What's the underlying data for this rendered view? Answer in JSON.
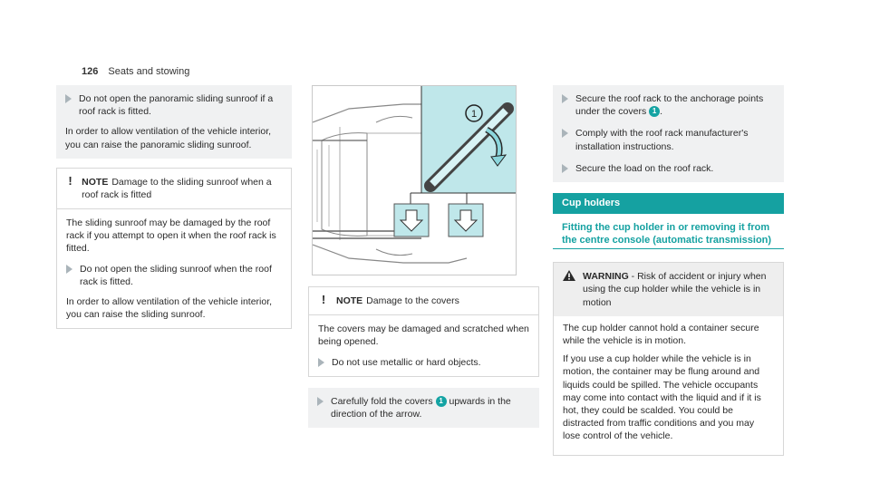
{
  "header": {
    "page_number": "126",
    "section": "Seats and stowing"
  },
  "col1": {
    "bullet1": "Do not open the panoramic sliding sunroof if a roof rack is fitted.",
    "para1": "In order to allow ventilation of the vehicle interior, you can raise the panoramic sliding sunroof.",
    "note": {
      "label": "NOTE",
      "title": "Damage to the sliding sunroof when a roof rack is fitted",
      "body": "The sliding sunroof may be damaged by the roof rack if you attempt to open it when the roof rack is fitted.",
      "bullet": "Do not open the sliding sunroof when the roof rack is fitted.",
      "para": "In order to allow ventilation of the vehicle interior, you can raise the sliding sunroof."
    }
  },
  "col2": {
    "callout": "1",
    "note": {
      "label": "NOTE",
      "title": "Damage to the covers",
      "body": "The covers may be damaged and scratched when being opened.",
      "bullet": "Do not use metallic or hard objects."
    },
    "step_pre": "Carefully fold the covers",
    "step_post": "upwards in the direction of the arrow."
  },
  "col3": {
    "step1_pre": "Secure the roof rack to the anchorage points under the covers",
    "step1_post": ".",
    "step2": "Comply with the roof rack manufacturer's installation instructions.",
    "step3": "Secure the load on the roof rack.",
    "section_title": "Cup holders",
    "subsection_title": "Fitting the cup holder in or removing it from the centre console (automatic transmission)",
    "warning": {
      "label": "WARNING",
      "title": "- Risk of accident or injury when using the cup holder while the vehicle is in motion",
      "p1": "The cup holder cannot hold a container secure while the vehicle is in motion.",
      "p2": "If you use a cup holder while the vehicle is in motion, the container may be flung around and liquids could be spilled. The vehicle occupants may come into contact with the liquid and if it is hot, they could be scalded. You could be distracted from traffic conditions and you may lose control of the vehicle."
    }
  },
  "colors": {
    "accent": "#15a1a1",
    "panel_bg": "#f0f1f2",
    "illus_highlight": "#bfe7ea"
  }
}
